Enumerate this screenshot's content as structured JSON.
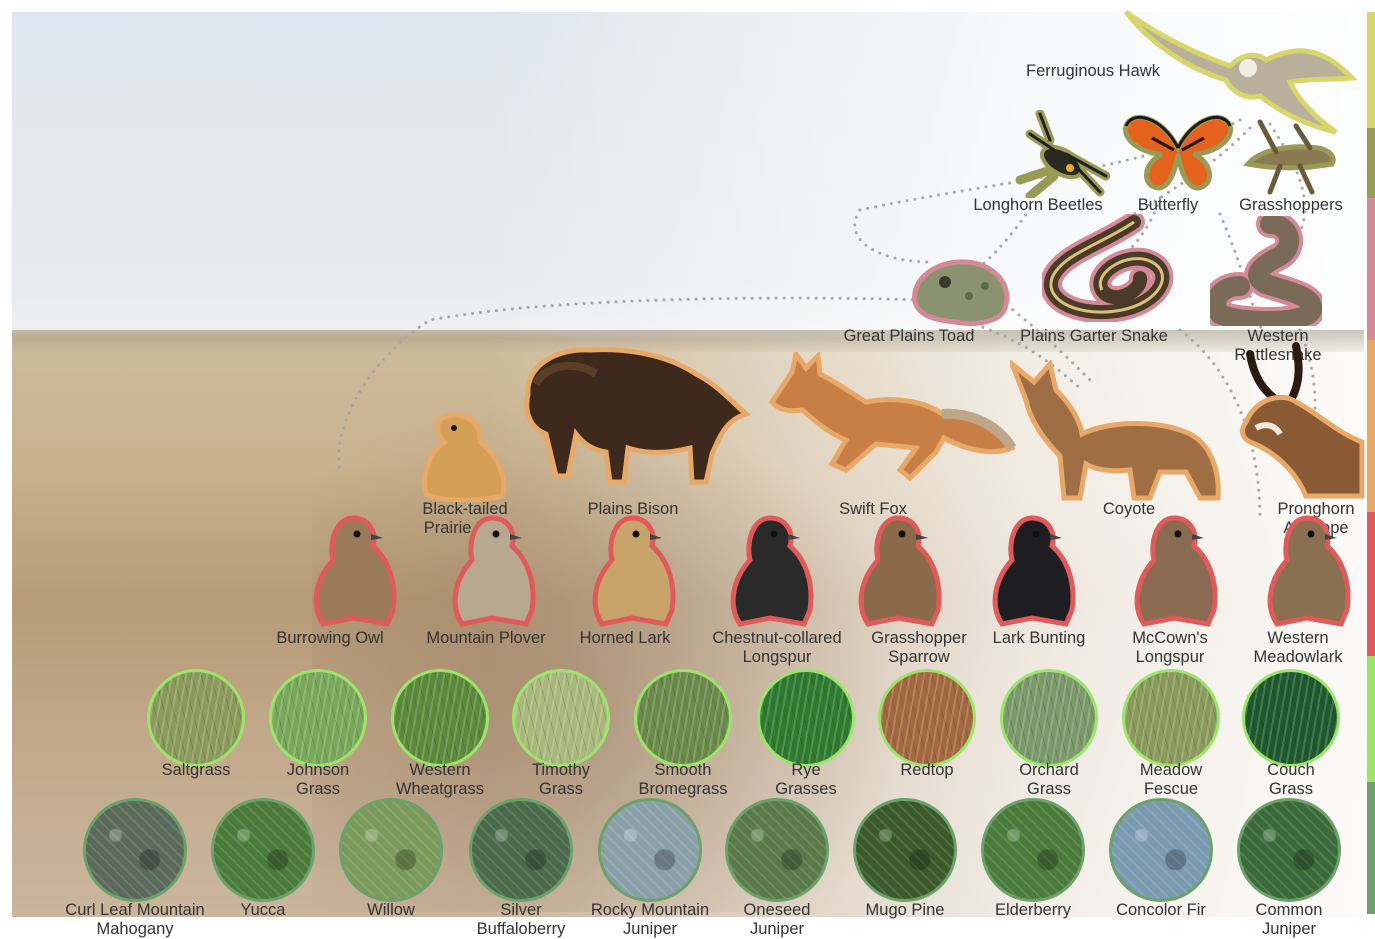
{
  "strip_colors": [
    "#d6d66a",
    "#9a9a57",
    "#d48a96",
    "#e8a868",
    "#e05a5a",
    "#9be66a",
    "#6aa26a"
  ],
  "levels": {
    "raptor": {
      "outline": "#d8d66a",
      "items": [
        {
          "name": "Ferruginous Hawk",
          "label": "Ferruginous Hawk",
          "icon": "hawk-icon"
        }
      ]
    },
    "insects": {
      "outline": "#9a9a57",
      "items": [
        {
          "name": "longhorn-beetles",
          "label": "Longhorn Beetles",
          "icon": "beetle-icon"
        },
        {
          "name": "butterfly",
          "label": "Butterfly",
          "icon": "butterfly-icon"
        },
        {
          "name": "grasshoppers",
          "label": "Grasshoppers",
          "icon": "grasshopper-icon"
        }
      ]
    },
    "herps": {
      "outline": "#d48a96",
      "items": [
        {
          "name": "great-plains-toad",
          "label": "Great Plains Toad",
          "icon": "toad-icon"
        },
        {
          "name": "plains-garter-snake",
          "label": "Plains Garter Snake",
          "icon": "snake-icon"
        },
        {
          "name": "western-rattlesnake",
          "label": "Western Rattlesnake",
          "icon": "rattlesnake-icon"
        }
      ]
    },
    "mammals": {
      "outline": "#e8a868",
      "items": [
        {
          "name": "black-tailed-prairie-dog",
          "label": "Black-tailed\nPrairie Dog",
          "icon": "prairie-dog-icon"
        },
        {
          "name": "plains-bison",
          "label": "Plains Bison",
          "icon": "bison-icon"
        },
        {
          "name": "swift-fox",
          "label": "Swift Fox",
          "icon": "fox-icon"
        },
        {
          "name": "coyote",
          "label": "Coyote",
          "icon": "coyote-icon"
        },
        {
          "name": "pronghorn-antelope",
          "label": "Pronghorn\nAntelope",
          "icon": "pronghorn-icon"
        }
      ]
    },
    "birds": {
      "outline": "#e05a5a",
      "items": [
        {
          "name": "burrowing-owl",
          "label": "Burrowing Owl",
          "icon": "owl-icon"
        },
        {
          "name": "mountain-plover",
          "label": "Mountain Plover",
          "icon": "plover-icon"
        },
        {
          "name": "horned-lark",
          "label": "Horned Lark",
          "icon": "lark-icon"
        },
        {
          "name": "chestnut-collared-longspur",
          "label": "Chestnut-collared\nLongspur",
          "icon": "longspur-icon"
        },
        {
          "name": "grasshopper-sparrow",
          "label": "Grasshopper\nSparrow",
          "icon": "sparrow-icon"
        },
        {
          "name": "lark-bunting",
          "label": "Lark Bunting",
          "icon": "bunting-icon"
        },
        {
          "name": "mccowns-longspur",
          "label": "McCown's\nLongspur",
          "icon": "longspur-icon"
        },
        {
          "name": "western-meadowlark",
          "label": "Western\nMeadowlark",
          "icon": "meadowlark-icon"
        }
      ]
    },
    "grasses": {
      "outline": "#9be66a",
      "items": [
        {
          "name": "saltgrass",
          "label": "Saltgrass",
          "tone": "#8a9a5a"
        },
        {
          "name": "johnson-grass",
          "label": "Johnson\nGrass",
          "tone": "#7aa85a"
        },
        {
          "name": "western-wheatgrass",
          "label": "Western\nWheatgrass",
          "tone": "#5a8a3a"
        },
        {
          "name": "timothy-grass",
          "label": "Timothy\nGrass",
          "tone": "#a8b87a"
        },
        {
          "name": "smooth-bromegrass",
          "label": "Smooth\nBromegrass",
          "tone": "#6a8a4a"
        },
        {
          "name": "rye-grasses",
          "label": "Rye\nGrasses",
          "tone": "#2e7a2e"
        },
        {
          "name": "redtop",
          "label": "Redtop",
          "tone": "#a4683e"
        },
        {
          "name": "orchard-grass",
          "label": "Orchard\nGrass",
          "tone": "#7a9a6a"
        },
        {
          "name": "meadow-fescue",
          "label": "Meadow\nFescue",
          "tone": "#8a9a5a"
        },
        {
          "name": "couch-grass",
          "label": "Couch\nGrass",
          "tone": "#1e5a2e"
        }
      ]
    },
    "shrubs": {
      "outline": "#6aa26a",
      "items": [
        {
          "name": "curl-leaf-mountain-mahogany",
          "label": "Curl Leaf Mountain\nMahogany",
          "tone": "#5a6a5a"
        },
        {
          "name": "yucca",
          "label": "Yucca",
          "tone": "#4a7a3a"
        },
        {
          "name": "willow",
          "label": "Willow",
          "tone": "#7a9a5a"
        },
        {
          "name": "silver-buffaloberry",
          "label": "Silver\nBuffaloberry",
          "tone": "#4a6a4a"
        },
        {
          "name": "rocky-mountain-juniper",
          "label": "Rocky Mountain\nJuniper",
          "tone": "#8aa0a8"
        },
        {
          "name": "oneseed-juniper",
          "label": "Oneseed\nJuniper",
          "tone": "#5a7a4a"
        },
        {
          "name": "mugo-pine",
          "label": "Mugo Pine",
          "tone": "#3a5a2a"
        },
        {
          "name": "elderberry",
          "label": "Elderberry",
          "tone": "#4a7a3a"
        },
        {
          "name": "concolor-fir",
          "label": "Concolor Fir",
          "tone": "#7a9ab0"
        },
        {
          "name": "common-juniper",
          "label": "Common\nJuniper",
          "tone": "#3a6a3a"
        }
      ]
    }
  }
}
